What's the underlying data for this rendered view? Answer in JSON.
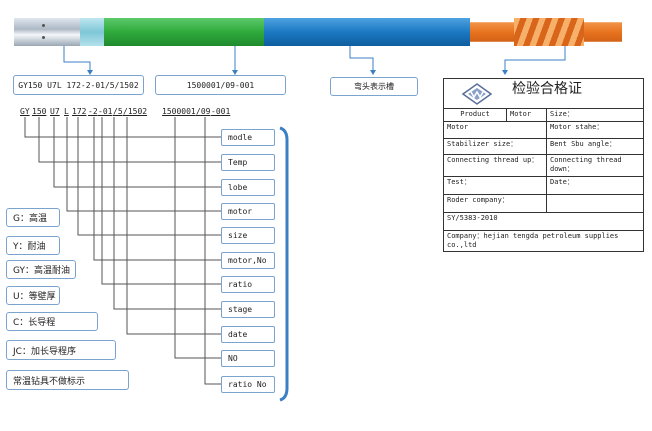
{
  "tool_labels": {
    "code": "GY150 U7L 172-2-01/5/1502",
    "serial": "1500001/09-001",
    "bend_mark": "弯头表示槽"
  },
  "code_parts": [
    "GY",
    "150",
    "U7",
    "L",
    "172",
    "-2",
    "-01",
    "/5",
    "/1502"
  ],
  "serial_parts": [
    "1500001",
    "/09",
    "-001"
  ],
  "fields": [
    "modle",
    "Temp",
    "lobe",
    "motor",
    "size",
    "motor,No",
    "ratio",
    "stage",
    "date",
    "NO",
    "ratio No"
  ],
  "legend": [
    "G：高温",
    "Y：耐油",
    "GY：高温耐油",
    "U：等壁厚",
    "C：长导程",
    "JC：加长导程序",
    "常温钻具不做标示"
  ],
  "certificate": {
    "title": "检验合格证",
    "rows": [
      [
        "Product",
        "Motor",
        "Size："
      ],
      [
        "Motor",
        "Motor stahe："
      ],
      [
        "Stabilizer size：",
        "Bent Sbu angle："
      ],
      [
        "Connecting thread up：",
        "Connecting thread down："
      ],
      [
        "Test：",
        "Date："
      ],
      [
        "Roder company：",
        ""
      ],
      [
        "SY/5383-2010"
      ],
      [
        "Company：hejian tengda petroleum supplies co.,ltd"
      ]
    ]
  },
  "colors": {
    "green": "#2faa3c",
    "blue": "#1b78c2",
    "orange": "#e8731f",
    "box_border": "#7aa3cf",
    "connector": "#3b7fc4"
  }
}
